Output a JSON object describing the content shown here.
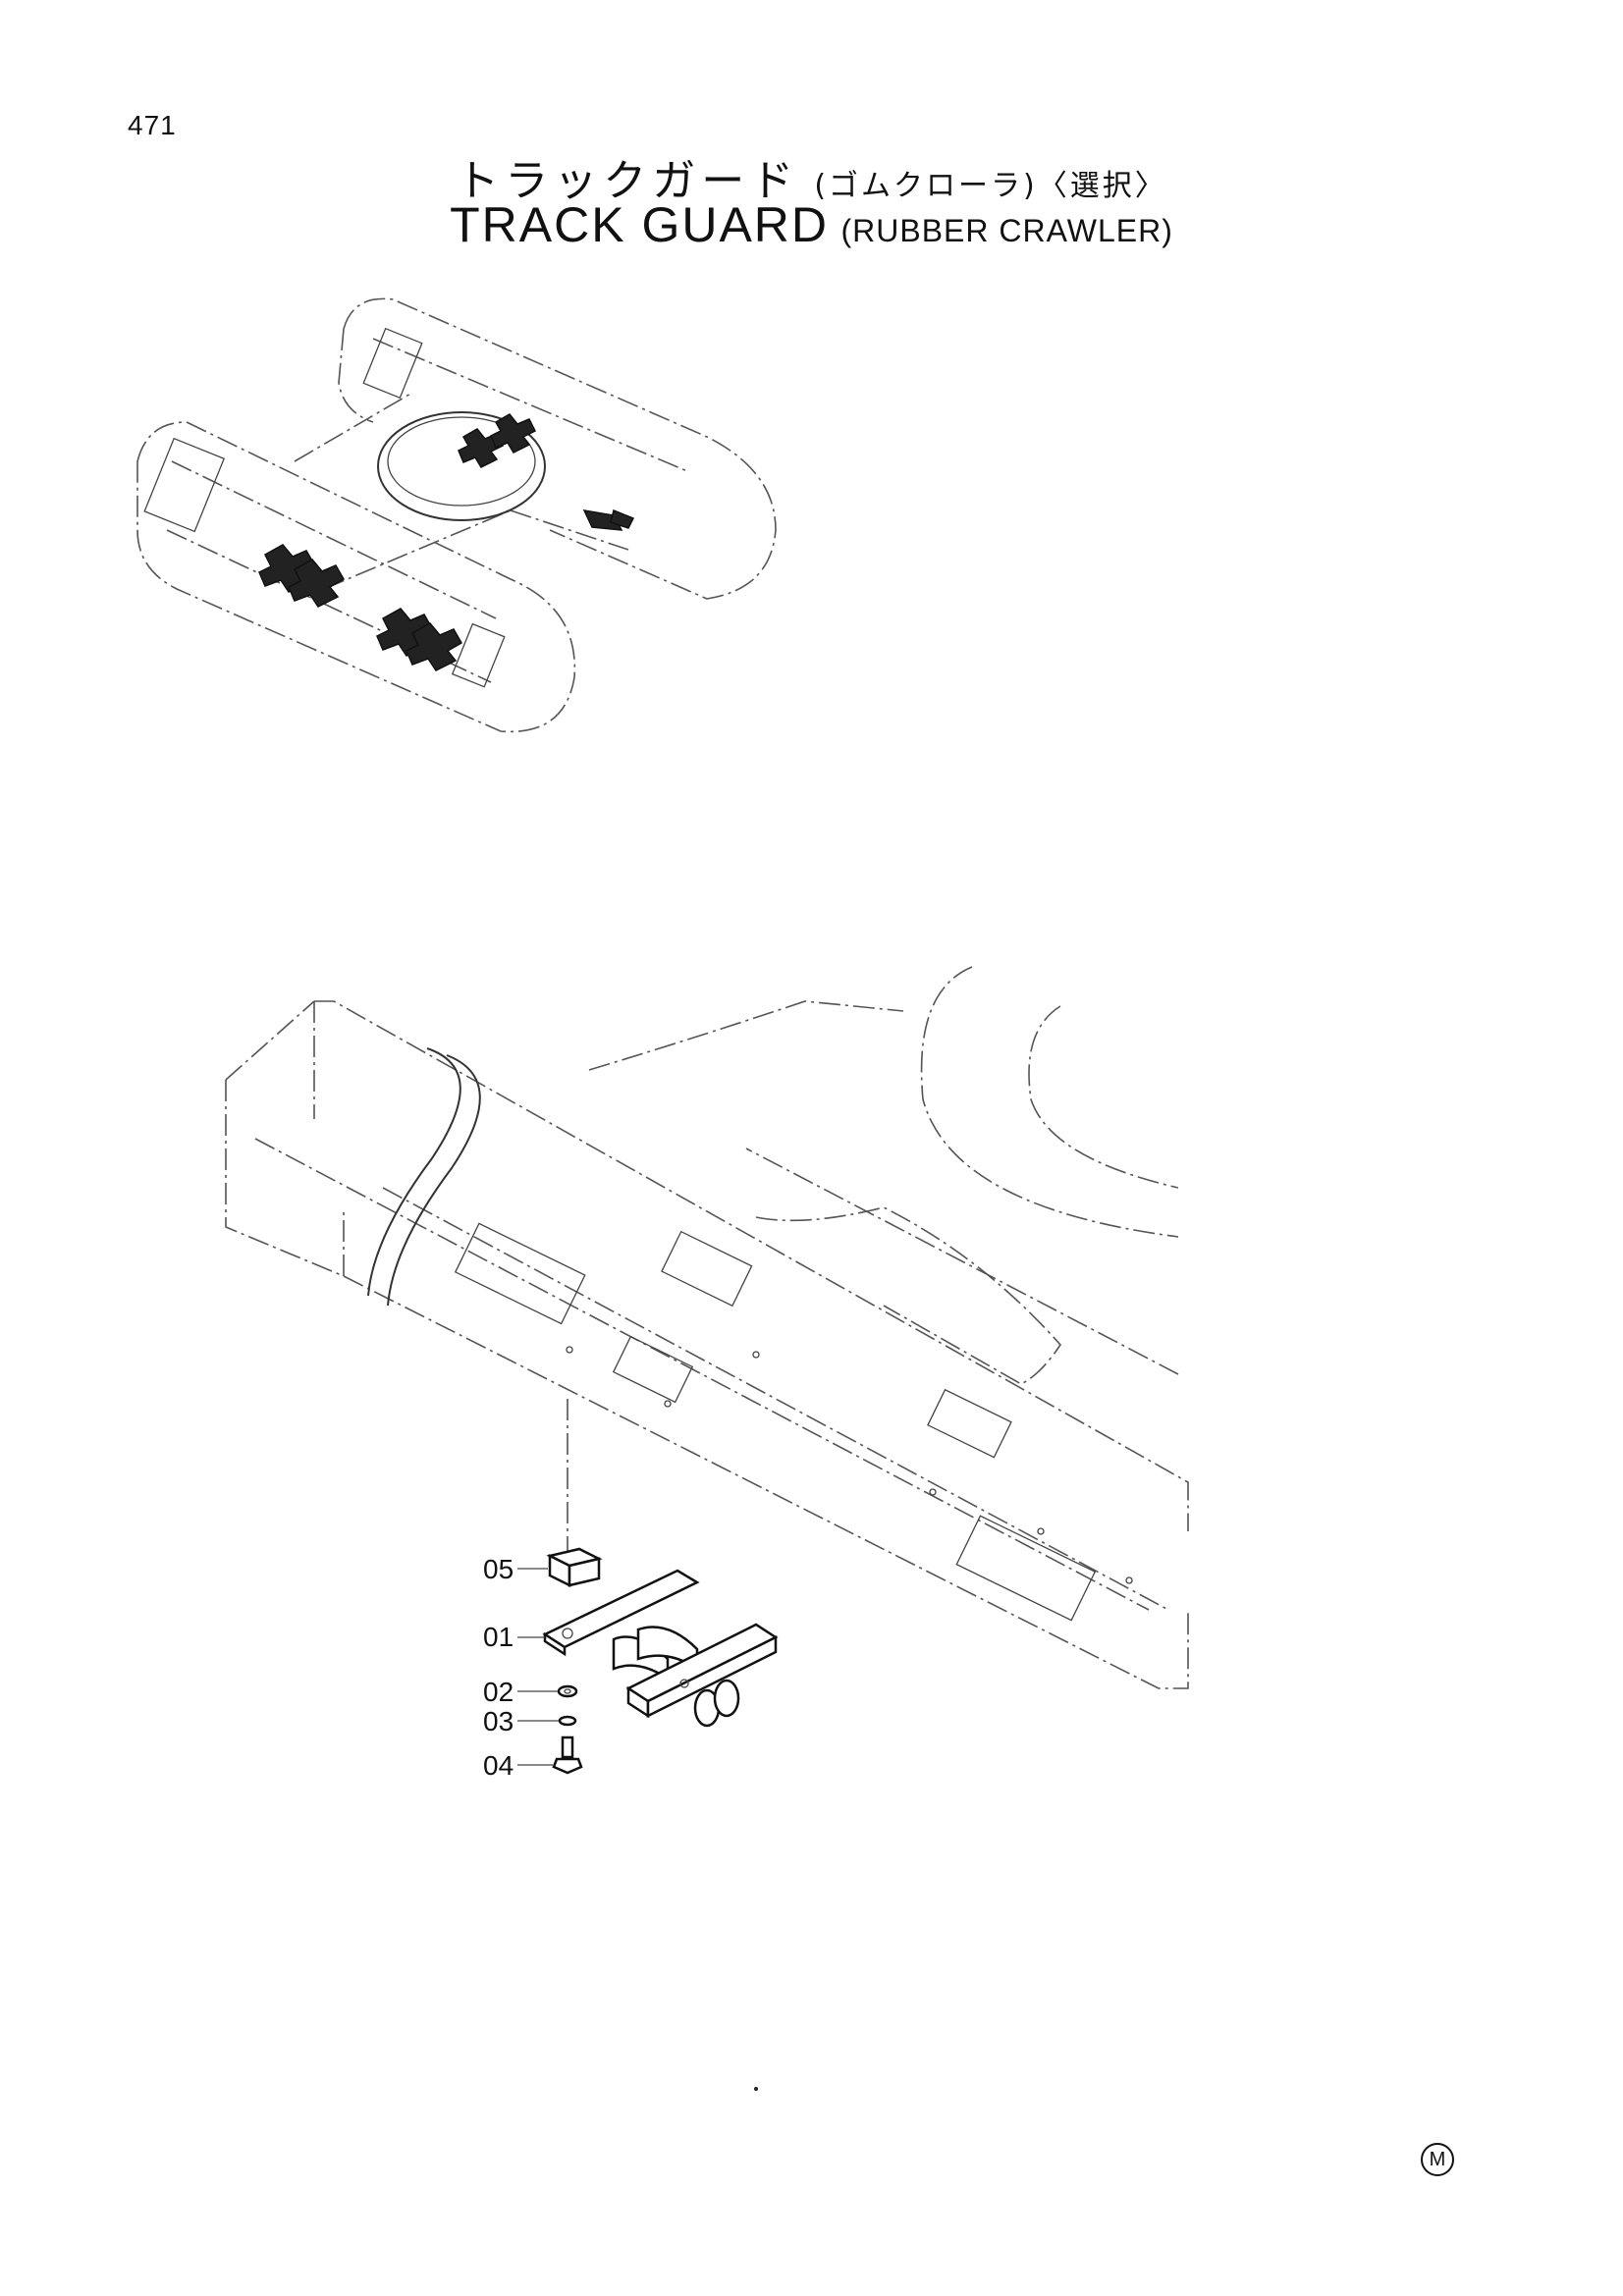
{
  "page_number": "471",
  "title": {
    "jp_main": "トラックガード",
    "jp_sub": "(ゴムクローラ)〈選択〉",
    "en_main": "TRACK GUARD",
    "en_sub": "(RUBBER CRAWLER)"
  },
  "callouts": [
    {
      "label": "05"
    },
    {
      "label": "01"
    },
    {
      "label": "02"
    },
    {
      "label": "03"
    },
    {
      "label": "04"
    }
  ],
  "maker_mark": "M"
}
